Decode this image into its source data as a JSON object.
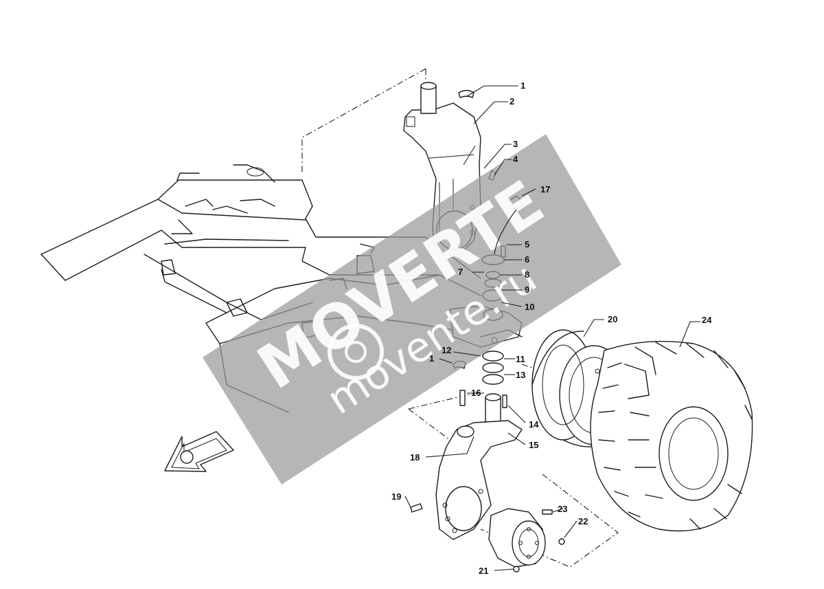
{
  "diagram": {
    "callouts": [
      {
        "id": "c1a",
        "label": "1"
      },
      {
        "id": "c2",
        "label": "2"
      },
      {
        "id": "c3",
        "label": "3"
      },
      {
        "id": "c4",
        "label": "4"
      },
      {
        "id": "c17",
        "label": "17"
      },
      {
        "id": "c5",
        "label": "5"
      },
      {
        "id": "c6",
        "label": "6"
      },
      {
        "id": "c7",
        "label": "7"
      },
      {
        "id": "c8",
        "label": "8"
      },
      {
        "id": "c9",
        "label": "9"
      },
      {
        "id": "c10",
        "label": "10"
      },
      {
        "id": "c20",
        "label": "20"
      },
      {
        "id": "c24",
        "label": "24"
      },
      {
        "id": "c12",
        "label": "12"
      },
      {
        "id": "c1b",
        "label": "1"
      },
      {
        "id": "c11",
        "label": "11"
      },
      {
        "id": "c13",
        "label": "13"
      },
      {
        "id": "c16",
        "label": "16"
      },
      {
        "id": "c14",
        "label": "14"
      },
      {
        "id": "c15",
        "label": "15"
      },
      {
        "id": "c18",
        "label": "18"
      },
      {
        "id": "c19",
        "label": "19"
      },
      {
        "id": "c23",
        "label": "23"
      },
      {
        "id": "c22",
        "label": "22"
      },
      {
        "id": "c21",
        "label": "21"
      }
    ],
    "watermark": {
      "brand": "MOVERTE",
      "url": "movente.ru",
      "color": "#9a9a9a"
    }
  }
}
